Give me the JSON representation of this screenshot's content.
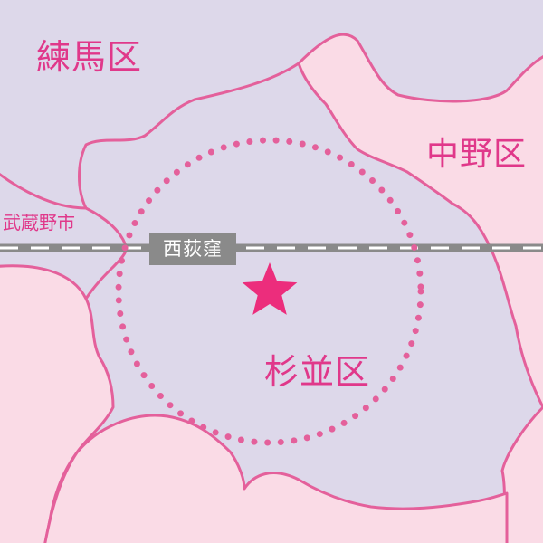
{
  "map": {
    "labels": {
      "nerima": "練馬区",
      "nakano": "中野区",
      "suginami": "杉並区",
      "musashino": "武蔵野市"
    },
    "station": {
      "name": "西荻窪"
    },
    "colors": {
      "background": "#ddd8ea",
      "area_fill": "#fadbe6",
      "border": "#e4609b",
      "label": "#e0388a",
      "circle_dots": "#e4609b",
      "star": "#ec2d7c",
      "railway": "#8a8a8a",
      "station_box": "#8a8a8a",
      "station_text": "#ffffff"
    },
    "icons": {
      "marker": "star-icon",
      "range": "dotted-circle"
    }
  }
}
